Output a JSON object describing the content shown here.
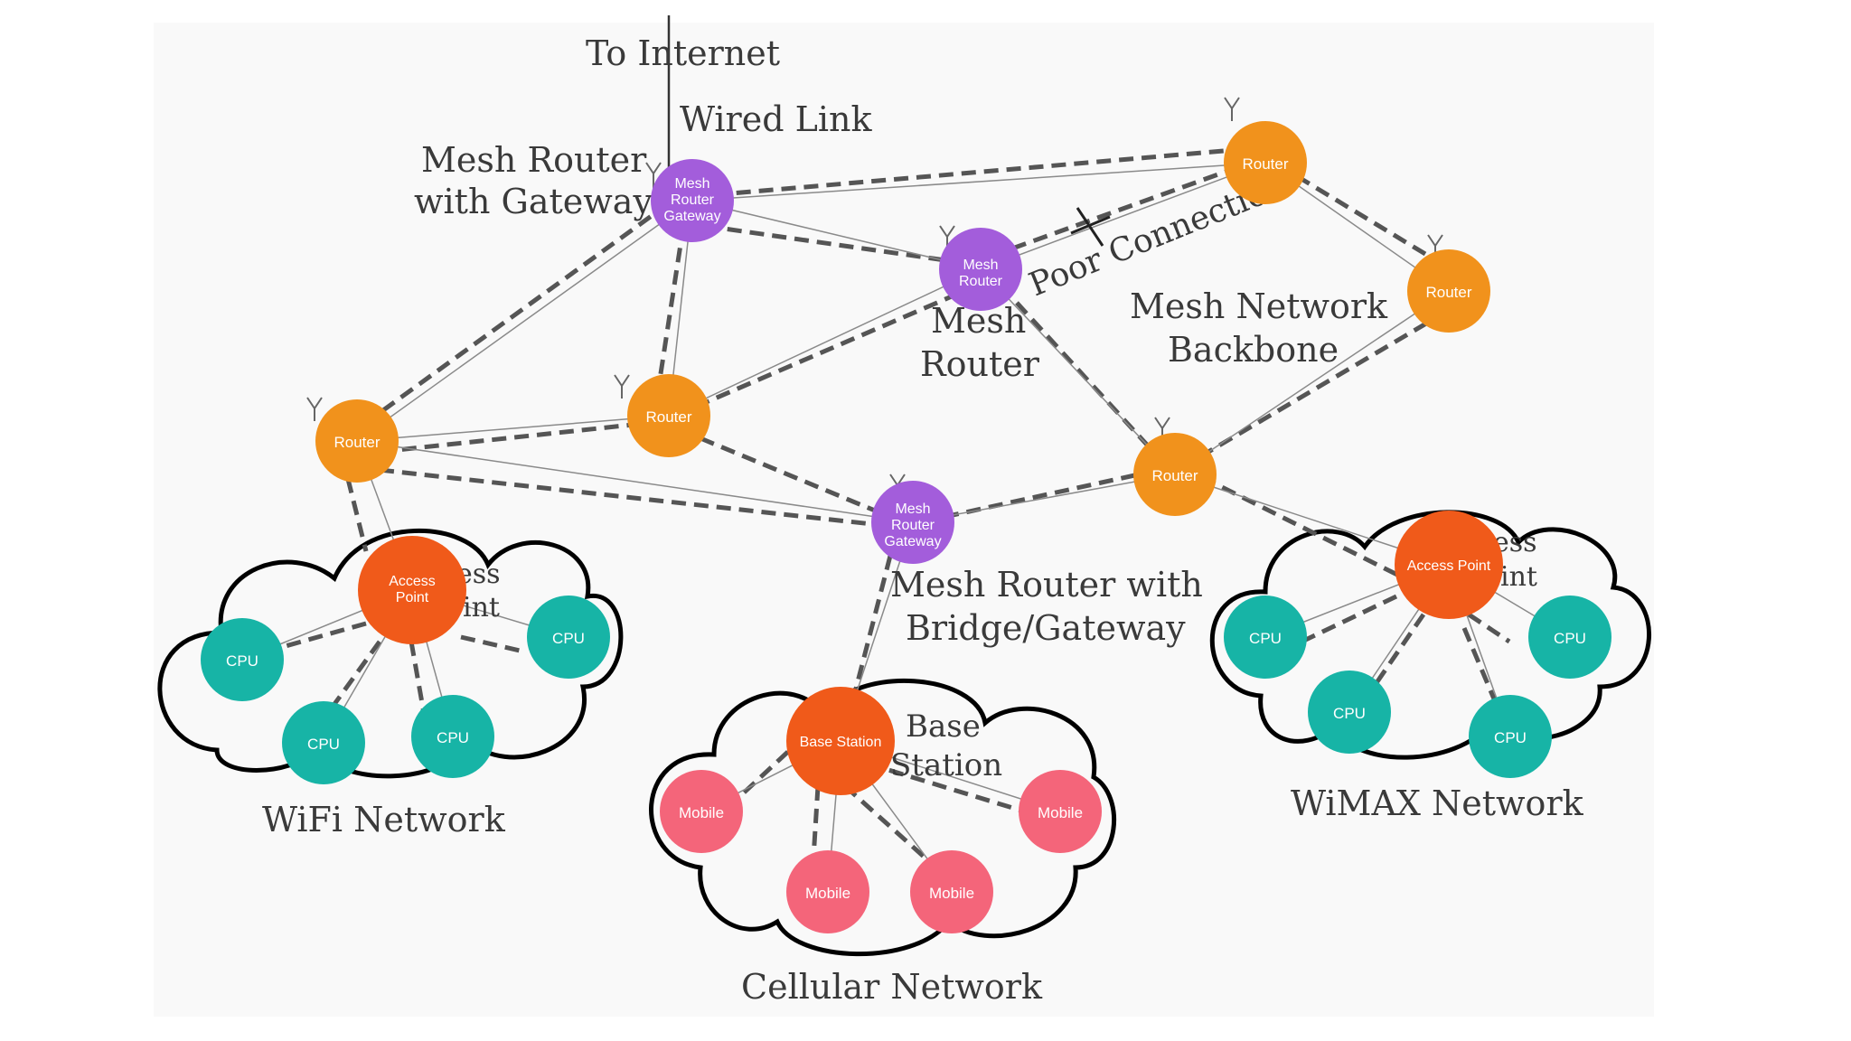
{
  "colors": {
    "gateway": "#a35ddb",
    "router": "#f1921c",
    "access_point": "#f05a1a",
    "cpu": "#17b4a6",
    "mobile": "#f4657a",
    "dashed": "#555555",
    "solid": "#8a8a8a",
    "cloud_stroke": "#000000"
  },
  "labels": {
    "to_internet": "To Internet",
    "wired_link": "Wired Link",
    "mesh_router_gw_line1": "Mesh Router",
    "mesh_router_gw_line2": "with Gateway",
    "poor_connection": "Poor Connection",
    "mesh_router_line1": "Mesh",
    "mesh_router_line2": "Router",
    "backbone_line1": "Mesh Network",
    "backbone_line2": "Backbone",
    "bridge_line1": "Mesh Router with",
    "bridge_line2": "Bridge/Gateway",
    "wifi": "WiFi Network",
    "cellular": "Cellular Network",
    "wimax": "WiMAX Network",
    "base_line1": "Base",
    "base_line2": "Station",
    "ghost_ess": "ess",
    "ghost_int": "int"
  },
  "nodes": {
    "gw_top": [
      "Mesh",
      "Router",
      "Gateway"
    ],
    "mesh_router": [
      "Mesh",
      "Router"
    ],
    "router_tr": [
      "Router"
    ],
    "router_r": [
      "Router"
    ],
    "router_c": [
      "Router"
    ],
    "router_l": [
      "Router"
    ],
    "router_cr": [
      "Router"
    ],
    "gw_mid": [
      "Mesh",
      "Router",
      "Gateway"
    ],
    "ap_wifi": [
      "Access",
      "Point"
    ],
    "ap_wimax": [
      "Access Point"
    ],
    "base_station": [
      "Base Station"
    ],
    "cpu": [
      "CPU"
    ],
    "mobile": [
      "Mobile"
    ]
  }
}
